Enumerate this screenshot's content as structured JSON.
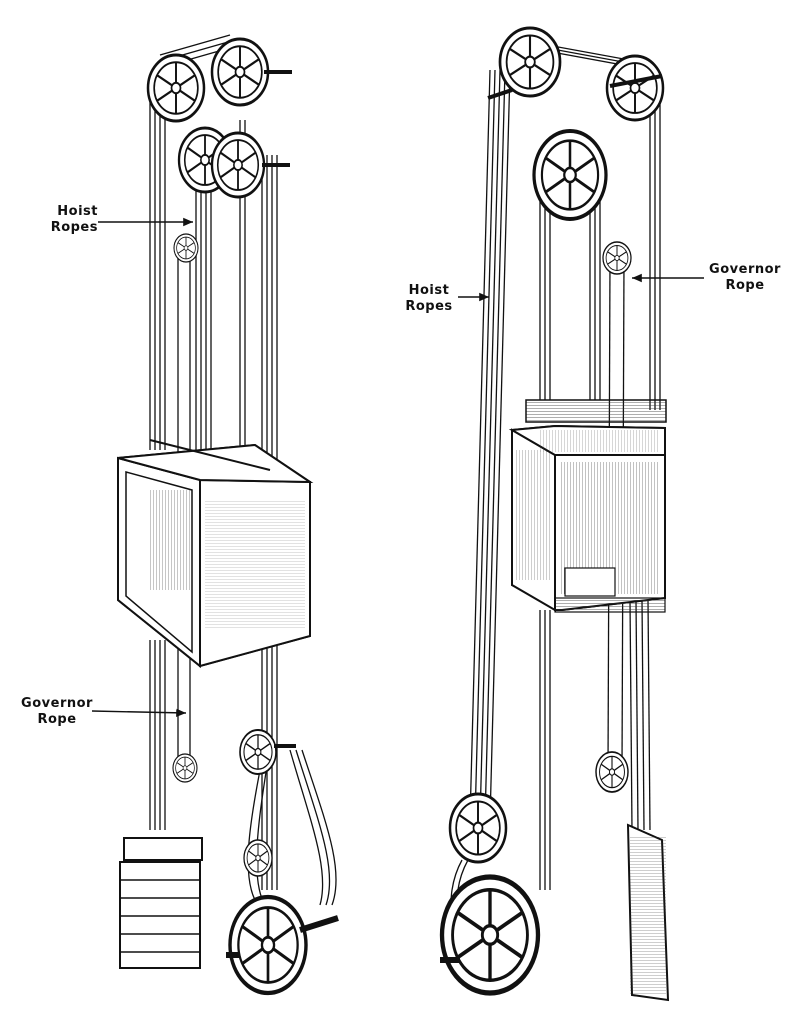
{
  "figure": {
    "labels": {
      "left_hoist": [
        "Hoist",
        "Ropes"
      ],
      "left_governor": [
        "Governor",
        "Rope"
      ],
      "right_hoist": [
        "Hoist",
        "Ropes"
      ],
      "right_governor": [
        "Governor",
        "Rope"
      ]
    },
    "colors": {
      "ink": "#111111",
      "paper": "#ffffff",
      "shade": "#d9d9d9"
    }
  }
}
